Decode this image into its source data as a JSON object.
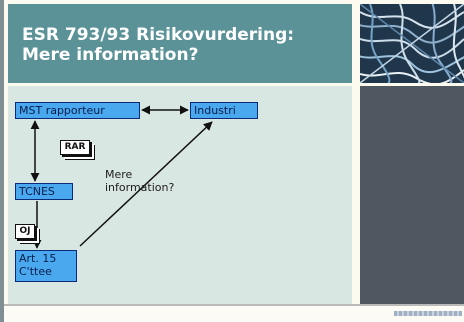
{
  "slide": {
    "title": "ESR 793/93 Risikovurdering: Mere information?"
  },
  "diagram": {
    "nodes": {
      "mst": "MST rapporteur",
      "industri": "Industri",
      "tcnes": "TCNES",
      "art": "Art. 15 C'ttee"
    },
    "documents": {
      "rar": "RAR",
      "oj": "OJ"
    },
    "note": "Mere information?"
  },
  "colors": {
    "title_band": "#5b9297",
    "diagram_panel": "#d9e7e3",
    "node_fill": "#4aa8ee",
    "node_border": "#0b2a7a",
    "dark_panel": "#4f5761"
  }
}
